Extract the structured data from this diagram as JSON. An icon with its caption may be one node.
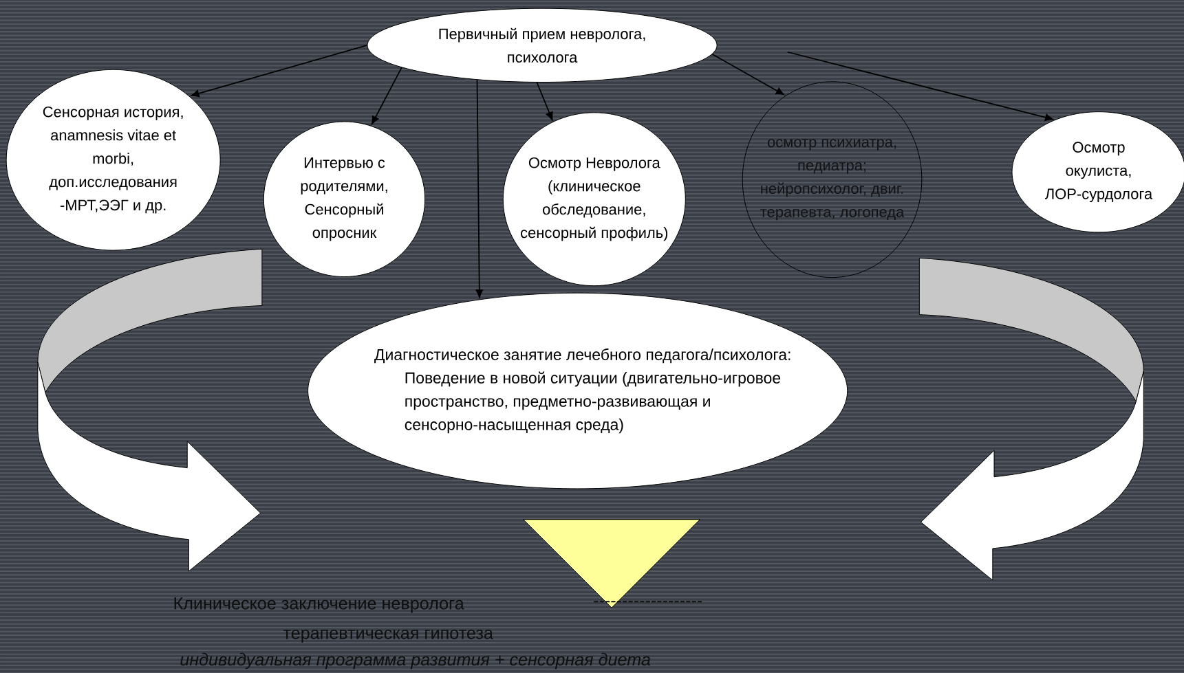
{
  "diagram": {
    "nodes": [
      {
        "text": [
          "Первичный прием невролога, психолога"
        ]
      },
      {
        "text": [
          "Сенсорная история, anamnesis vitae et morbi, доп.исследования -МРТ,ЭЭГ и др."
        ]
      },
      {
        "text": [
          "Интервью с родителями, Сенсорный опросник"
        ]
      },
      {
        "text": [
          "Осмотр Невролога (клиническое обследование, сенсорный профиль)"
        ]
      },
      {
        "text": [
          "осмотр психиатра, педиатра; нейропсихолог, двиг. терапевта, логопеда"
        ]
      },
      {
        "text": [
          "Осмотр окулиста, ЛОР-сурдолога"
        ]
      },
      {
        "text": [
          "Диагностическое занятие лечебного педагога/психолога:",
          "Поведение в новой ситуации (двигательно-игровое пространство, предметно-развивающая и сенсорно-насыщенная среда)"
        ]
      },
      {
        "text": [],
        "shape": "triangle"
      }
    ],
    "edges": [
      {
        "from": 0,
        "to": 1,
        "arrow": "to"
      },
      {
        "from": 0,
        "to": 2,
        "arrow": "to"
      },
      {
        "from": 0,
        "to": 6,
        "arrow": "to"
      },
      {
        "from": 0,
        "to": 3,
        "arrow": "to"
      },
      {
        "from": 0,
        "to": 4,
        "arrow": "to"
      },
      {
        "from": null,
        "to": 5,
        "arrow": "to"
      }
    ],
    "labels": [
      "Клиническое заключение невролога",
      "-------------------",
      "терапевтическая гипотеза",
      "индивидуальная программа развития  + сенсорная диета"
    ]
  }
}
